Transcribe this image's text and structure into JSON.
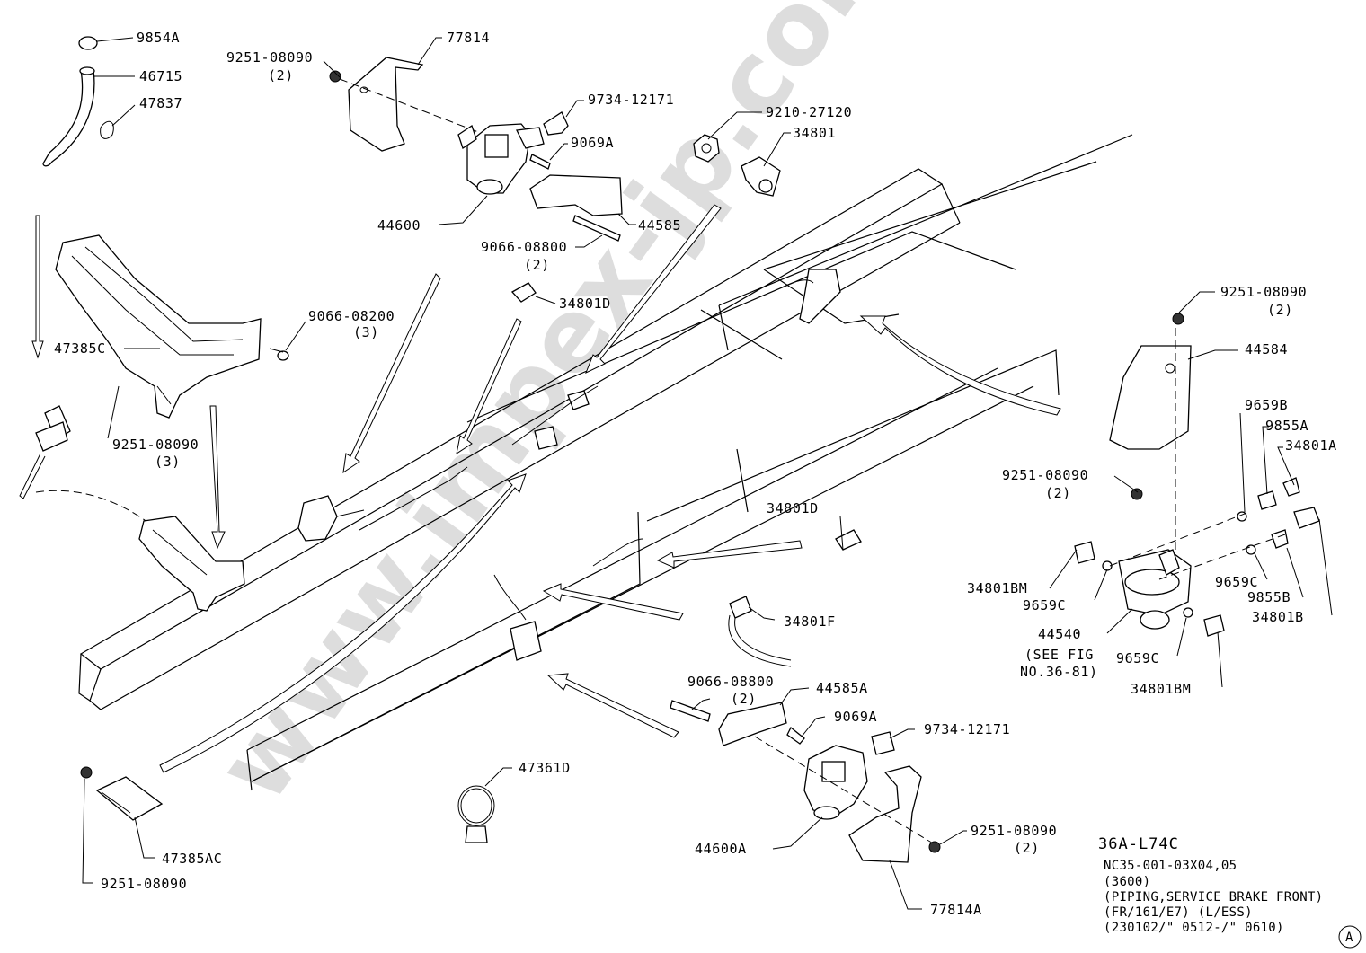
{
  "watermark": "www.impex-jp.com",
  "title": {
    "code": "36A-L74C",
    "line1": "NC35-001-03X04,05",
    "line2": "(3600)",
    "line3": "(PIPING,SERVICE BRAKE FRONT)",
    "line4": "(FR/161/E7) (L/ESS)",
    "line5": "(230102/\" 0512-/\" 0610)"
  },
  "view_marker": "A",
  "part_labels": {
    "p9854A": "9854A",
    "p46715": "46715",
    "p47837": "47837",
    "p9251_top": "9251-08090",
    "p9251_top_qty": "(2)",
    "p77814": "77814",
    "p9734_top": "9734-12171",
    "p9069A_top": "9069A",
    "p9210": "9210-27120",
    "p34801": "34801",
    "p44600": "44600",
    "p44585": "44585",
    "p9066_08800_top": "9066-08800",
    "p9066_08800_top_qty": "(2)",
    "p34801D_top": "34801D",
    "p9066_08200": "9066-08200",
    "p9066_08200_qty": "(3)",
    "p47385C": "47385C",
    "p9251_left": "9251-08090",
    "p9251_left_qty": "(3)",
    "p9251_right_top": "9251-08090",
    "p9251_right_top_qty": "(2)",
    "p44584": "44584",
    "p9659B": "9659B",
    "p9855A": "9855A",
    "p34801A": "34801A",
    "p9251_right_mid": "9251-08090",
    "p9251_right_mid_qty": "(2)",
    "p34801D_mid": "34801D",
    "p34801BM_left": "34801BM",
    "p9659C_a": "9659C",
    "p9659C_b": "9659C",
    "p9855B": "9855B",
    "p34801B": "34801B",
    "p44540": "44540",
    "p44540_ref1": "(SEE FIG",
    "p44540_ref2": "NO.36-81)",
    "p9659C_c": "9659C",
    "p34801BM_bottom": "34801BM",
    "p34801F": "34801F",
    "p9066_08800_bot": "9066-08800",
    "p9066_08800_bot_qty": "(2)",
    "p44585A": "44585A",
    "p9069A_bot": "9069A",
    "p9734_bot": "9734-12171",
    "p47361D": "47361D",
    "p44600A": "44600A",
    "p9251_bot_right": "9251-08090",
    "p9251_bot_right_qty": "(2)",
    "p77814A": "77814A",
    "p47385AC": "47385AC",
    "p9251_bot_left": "9251-08090"
  }
}
